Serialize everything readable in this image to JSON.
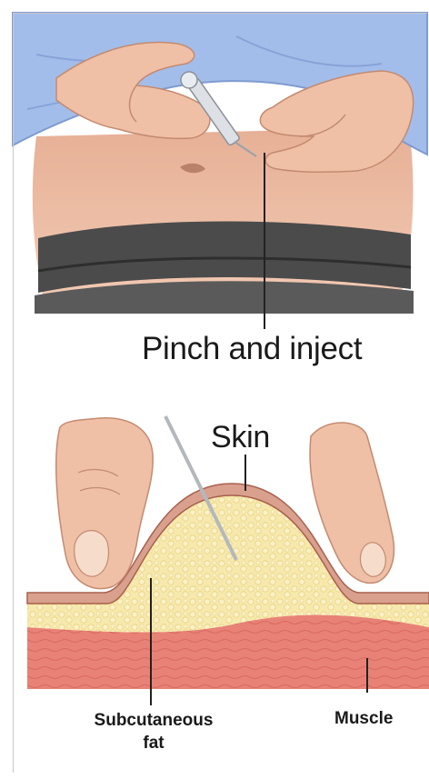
{
  "labels": {
    "pinch_and_inject": "Pinch and inject",
    "skin": "Skin",
    "subcutaneous_fat_line1": "Subcutaneous",
    "subcutaneous_fat_line2": "fat",
    "muscle": "Muscle"
  },
  "colors": {
    "shirt": "#9db7e6",
    "skin_tone": "#e9b79c",
    "skin_shadow": "#c98f74",
    "waistband": "#4a4a4a",
    "fat": "#f6e6a6",
    "muscle": "#e77f73",
    "skin_layer": "#d9a08e",
    "syringe": "#d7dbe0",
    "pointer_line": "#222222"
  }
}
